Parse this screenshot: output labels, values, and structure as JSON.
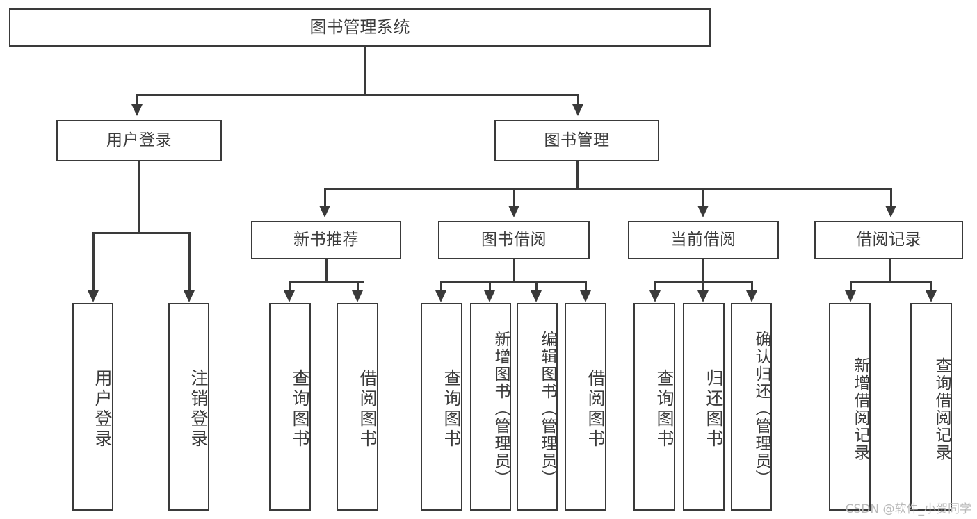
{
  "diagram": {
    "type": "tree",
    "title": "图书管理系统",
    "root": {
      "label": "图书管理系统"
    },
    "level2": [
      {
        "label": "用户登录"
      },
      {
        "label": "图书管理"
      }
    ],
    "level3": [
      {
        "label": "新书推荐"
      },
      {
        "label": "图书借阅"
      },
      {
        "label": "当前借阅"
      },
      {
        "label": "借阅记录"
      }
    ],
    "leaves": {
      "user_login": [
        {
          "label": "用户登录"
        },
        {
          "label": "注销登录"
        }
      ],
      "new_book_recommend": [
        {
          "label": "查询图书"
        },
        {
          "label": "借阅图书"
        }
      ],
      "book_borrow": [
        {
          "label": "查询图书"
        },
        {
          "label": "新增图书（管理员）"
        },
        {
          "label": "编辑图书（管理员）"
        },
        {
          "label": "借阅图书"
        }
      ],
      "current_borrow": [
        {
          "label": "查询图书"
        },
        {
          "label": "归还图书"
        },
        {
          "label": "确认归还（管理员）"
        }
      ],
      "borrow_record": [
        {
          "label": "新增借阅记录"
        },
        {
          "label": "查询借阅记录"
        }
      ]
    }
  },
  "watermark": {
    "text": "CSDN @软件_小贺同学"
  },
  "colors": {
    "stroke": "#3a3a3a",
    "text": "#3b3b3b",
    "background": "#ffffff",
    "watermark": "#b9b9b9"
  }
}
